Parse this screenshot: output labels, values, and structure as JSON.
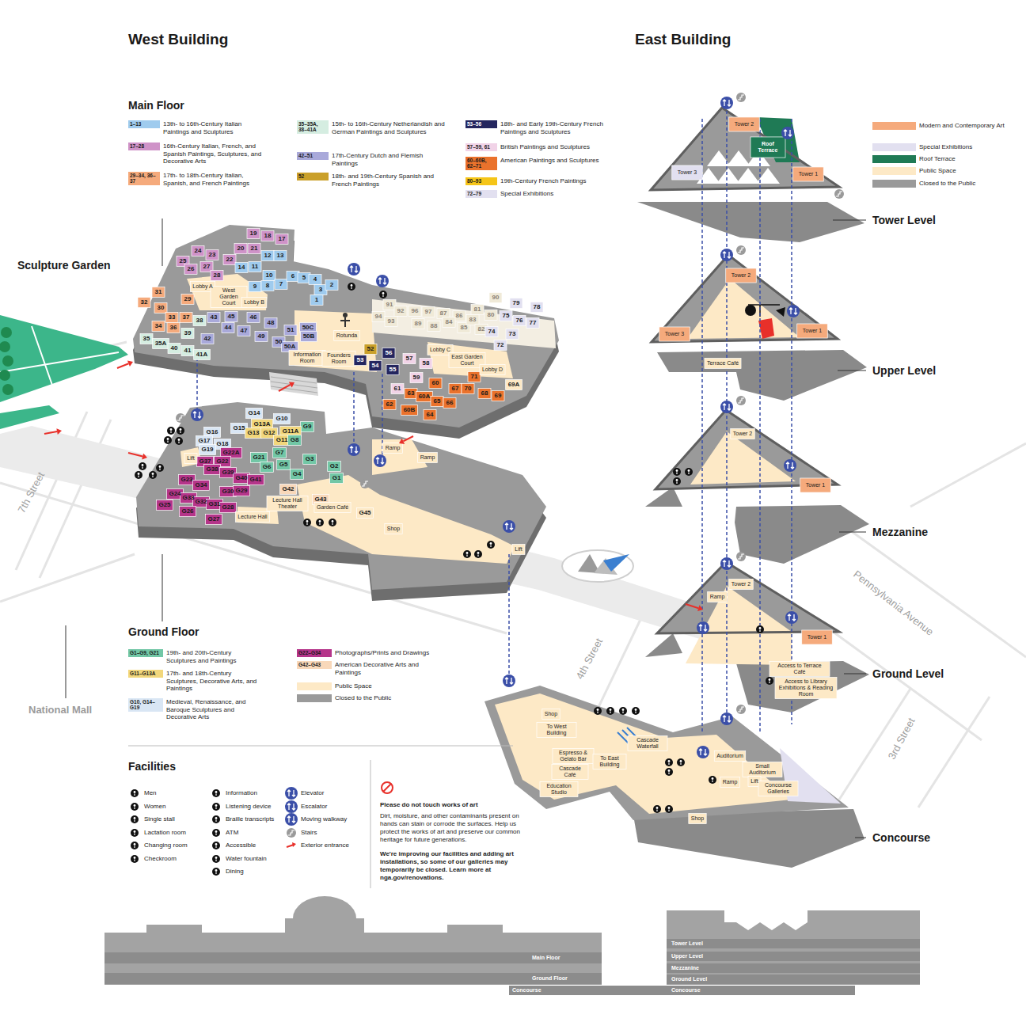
{
  "diagram": {
    "labels": [
      "West Building",
      "East Building",
      "Main Floor",
      "Ground Floor",
      "Facilities",
      "Sculpture Garden",
      "National Mall",
      "7th Street",
      "4th Street",
      "3rd Street",
      "Pennsylvania Avenue",
      "Tower Level",
      "Upper Level",
      "Mezzanine",
      "Ground Level",
      "Concourse",
      "1–13",
      "17–28",
      "29–34, 36–37",
      "35–35A, 38–41A",
      "42–51",
      "52",
      "53–56",
      "57–59, 61",
      "60–60B, 62–71",
      "80–93",
      "72–79",
      "G1–G9, G21",
      "G11–G13A",
      "G10, G14–G19",
      "G22–G34",
      "G42–G43",
      "Please do not touch works of art",
      "Dirt, moisture, and other contaminants present on hands can stain or corrode the surfaces. Help us protect the works of art and preserve our common heritage for future generations.",
      "We're improving our facilities and adding art installations, so some of our galleries may temporarily be closed. Learn more at nga.gov/renovations.",
      "Main Floor",
      "Ground Floor",
      "Concourse",
      "Tower Level",
      "Upper Level",
      "Mezzanine",
      "Ground Level",
      "Concourse",
      "19",
      "18",
      "17",
      "24",
      "23",
      "22",
      "20",
      "21",
      "12",
      "13",
      "25",
      "26",
      "27",
      "28",
      "14",
      "11",
      "10",
      "9",
      "8",
      "7",
      "6",
      "5",
      "4",
      "3",
      "2",
      "1",
      "31",
      "32",
      "30",
      "29",
      "33",
      "37",
      "38",
      "34",
      "36",
      "39",
      "35",
      "35A",
      "40",
      "41",
      "41A",
      "42",
      "43",
      "44",
      "45",
      "46",
      "47",
      "48",
      "49",
      "51",
      "50",
      "50C",
      "50B",
      "50A",
      "Lobby A",
      "West Garden Court",
      "Lobby B",
      "Rotunda",
      "Information Room",
      "Founders Room",
      "91",
      "92",
      "96",
      "97",
      "87",
      "86",
      "81",
      "90",
      "94",
      "93",
      "89",
      "88",
      "84",
      "85",
      "83",
      "82",
      "80",
      "79",
      "78",
      "75",
      "76",
      "77",
      "74",
      "73",
      "72",
      "52",
      "53",
      "56",
      "54",
      "55",
      "57",
      "58",
      "59",
      "61",
      "60",
      "63",
      "60A",
      "62",
      "60B",
      "64",
      "65",
      "66",
      "67",
      "70",
      "71",
      "68",
      "69",
      "69A",
      "Lobby C",
      "East Garden Court",
      "Lobby D",
      "G14",
      "G10",
      "G9",
      "G15",
      "G13A",
      "G13",
      "G12",
      "G11A",
      "G11",
      "G8",
      "G16",
      "G17",
      "G18",
      "G19",
      "G7",
      "G3",
      "G22A",
      "G21",
      "G6",
      "G5",
      "G4",
      "G2",
      "G1",
      "G37",
      "G22",
      "G38",
      "G39",
      "G23",
      "G40",
      "G41",
      "G34",
      "G30",
      "G29",
      "G24",
      "G33",
      "G32",
      "G31",
      "G28",
      "G25",
      "G26",
      "G27",
      "G42",
      "G43",
      "G45",
      "Lift",
      "Ramp",
      "Ramp",
      "Lecture Hall Theater",
      "Lecture Hall",
      "Garden Café",
      "Shop",
      "Lift",
      "Tower 2",
      "Roof Terrace",
      "Tower 3",
      "Tower 1",
      "Tower 2",
      "Tower 3",
      "Tower 1",
      "Terrace Café",
      "Tower 2",
      "Tower 1",
      "Tower 2",
      "Ramp",
      "Tower 1",
      "Access to Terrace Café",
      "Access to Library Exhibitions & Reading Room",
      "Shop",
      "To West Building",
      "Espresso & Gelato Bar",
      "Cascade Café",
      "Education Studio",
      "To East Building",
      "Cascade Waterfall",
      "Auditorium",
      "Small Auditorium",
      "Ramp",
      "Lift",
      "Concourse Galleries",
      "Shop"
    ],
    "legend": [
      {
        "text": "13th- to 16th-Century Italian Paintings and Sculptures",
        "color": "#9fcbee"
      },
      {
        "text": "16th-Century Italian, French, and Spanish Paintings, Sculptures, and Decorative Arts",
        "color": "#cf93c8"
      },
      {
        "text": "17th- to 18th-Century Italian, Spanish, and French Paintings",
        "color": "#f5aa7c"
      },
      {
        "text": "15th- to 16th-Century Netherlandish and German Paintings and Sculptures",
        "color": "#d5ede1"
      },
      {
        "text": "17th-Century Dutch and Flemish Paintings",
        "color": "#a9a9da"
      },
      {
        "text": "18th- and 19th-Century Spanish and French Paintings",
        "color": "#caa02a"
      },
      {
        "text": "18th- and Early 19th-Century French Paintings and Sculptures",
        "color": "#24265f"
      },
      {
        "text": "British Paintings and Sculptures",
        "color": "#f1d3e7"
      },
      {
        "text": "American Paintings and Sculptures",
        "color": "#ea722c"
      },
      {
        "text": "19th-Century French Paintings",
        "color": "#f5c518"
      },
      {
        "text": "Special Exhibitions",
        "color": "#e2e0f0"
      },
      {
        "text": "Modern and Contemporary Art",
        "color": "#f5aa7c"
      },
      {
        "text": "Special Exhibitions",
        "color": "#e2e0f0"
      },
      {
        "text": "Roof Terrace",
        "color": "#1f7a55"
      },
      {
        "text": "Public Space",
        "color": "#fde9c6"
      },
      {
        "text": "Closed to the Public",
        "color": "#9a9a9a"
      },
      {
        "text": "19th- and 20th-Century Sculptures and Paintings",
        "color": "#72c7a6"
      },
      {
        "text": "17th- and 18th-Century Sculptures, Decorative Arts, and Paintings",
        "color": "#f2d77c"
      },
      {
        "text": "Medieval, Renaissance, and Baroque Sculptures and Decorative Arts",
        "color": "#d9e6f4"
      },
      {
        "text": "Photographs/Prints and Drawings",
        "color": "#b5358a"
      },
      {
        "text": "American Decorative Arts and Paintings",
        "color": "#f8d8ba"
      },
      {
        "text": "Public Space",
        "color": "#fde9c6"
      },
      {
        "text": "Closed to the Public",
        "color": "#9a9a9a"
      },
      {
        "text": "Men"
      },
      {
        "text": "Women"
      },
      {
        "text": "Single stall"
      },
      {
        "text": "Lactation room"
      },
      {
        "text": "Changing room"
      },
      {
        "text": "Checkroom"
      },
      {
        "text": "Information"
      },
      {
        "text": "Listening device"
      },
      {
        "text": "Braille transcripts"
      },
      {
        "text": "ATM"
      },
      {
        "text": "Accessible"
      },
      {
        "text": "Water fountain"
      },
      {
        "text": "Dining"
      },
      {
        "text": "Elevator"
      },
      {
        "text": "Escalator"
      },
      {
        "text": "Moving walkway"
      },
      {
        "text": "Stairs"
      },
      {
        "text": "Exterior entrance"
      }
    ]
  }
}
